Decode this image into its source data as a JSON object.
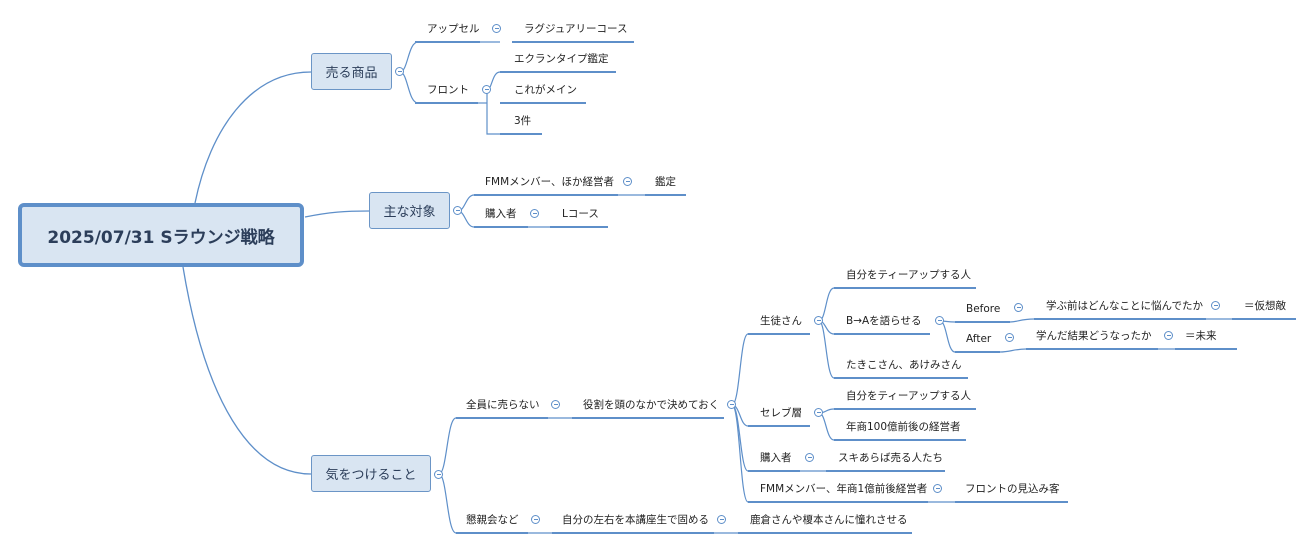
{
  "root": "2025/07/31 Sラウンジ戦略",
  "branches": {
    "urushohin": "売る商品",
    "upsell": "アップセル",
    "luxury": "ラグジュアリーコース",
    "front": "フロント",
    "ekuran": "エクランタイプ鑑定",
    "koregamain": "これがメイン",
    "sanken": "3件",
    "omonataisho": "主な対象",
    "fmm1": "FMMメンバー、ほか経営者",
    "kantei": "鑑定",
    "konyusha1": "購入者",
    "lcourse": "Lコース",
    "kiwotsukeru": "気をつけること",
    "zenin": "全員に売らない",
    "yakuwari": "役割を頭のなかで決めておく",
    "seito": "生徒さん",
    "jibun1": "自分をティーアップする人",
    "ba": "B→Aを語らせる",
    "before": "Before",
    "manabumae": "学ぶ前はどんなことに悩んでたか",
    "kaso": "＝仮想敵",
    "after": "After",
    "mananda": "学んだ結果どうなったか",
    "mirai": "＝未来",
    "takiko": "たきこさん、あけみさん",
    "celeb": "セレブ層",
    "jibun2": "自分をティーアップする人",
    "nensho100": "年商100億前後の経営者",
    "konyusha2": "購入者",
    "suki": "スキあらば売る人たち",
    "fmm2": "FMMメンバー、年商1億前後経営者",
    "frontmikomi": "フロントの見込み客",
    "konshinkai": "懇親会など",
    "sayu": "自分の左右を本講座生で固める",
    "kanokura": "鹿倉さんや榎本さんに憧れさせる"
  },
  "colors": {
    "line": "#5e8fc9",
    "node_fill": "#d9e5f2",
    "node_border": "#6b95c6"
  }
}
